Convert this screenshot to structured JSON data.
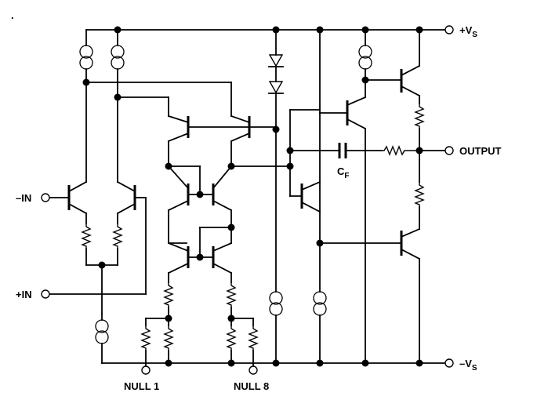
{
  "schematic": {
    "supply_pos": {
      "label": "+V",
      "sub": "S"
    },
    "supply_neg": {
      "label": "–V",
      "sub": "S"
    },
    "output_label": "OUTPUT",
    "input_neg_label": "–IN",
    "input_pos_label": "+IN",
    "null1_label": "NULL 1",
    "null8_label": "NULL 8",
    "cap_label": {
      "main": "C",
      "sub": "F"
    },
    "corner_mark": "."
  }
}
